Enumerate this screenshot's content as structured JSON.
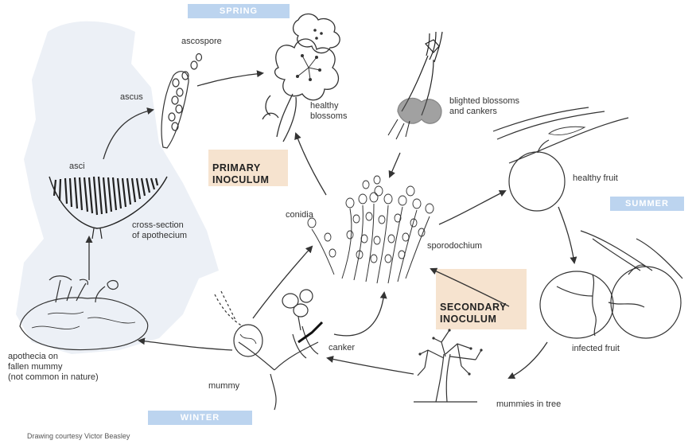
{
  "seasons": {
    "spring": "SPRING",
    "summer": "SUMMER",
    "winter": "WINTER"
  },
  "labels": {
    "ascospore": "ascospore",
    "ascus": "ascus",
    "asci": "asci",
    "cross_section": "cross-section\nof apothecium",
    "healthy_blossoms": "healthy\nblossoms",
    "blighted": "blighted blossoms\nand cankers",
    "primary": "PRIMARY\nINOCULUM",
    "conidia": "conidia",
    "sporodochium": "sporodochium",
    "healthy_fruit": "healthy fruit",
    "secondary": "SECONDARY\nINOCULUM",
    "infected_fruit": "infected fruit",
    "mummies_tree": "mummies in tree",
    "canker": "canker",
    "mummy": "mummy",
    "apothecia": "apothecia on\nfallen mummy\n(not common in nature)"
  },
  "credit": "Drawing courtesy Victor Beasley"
}
